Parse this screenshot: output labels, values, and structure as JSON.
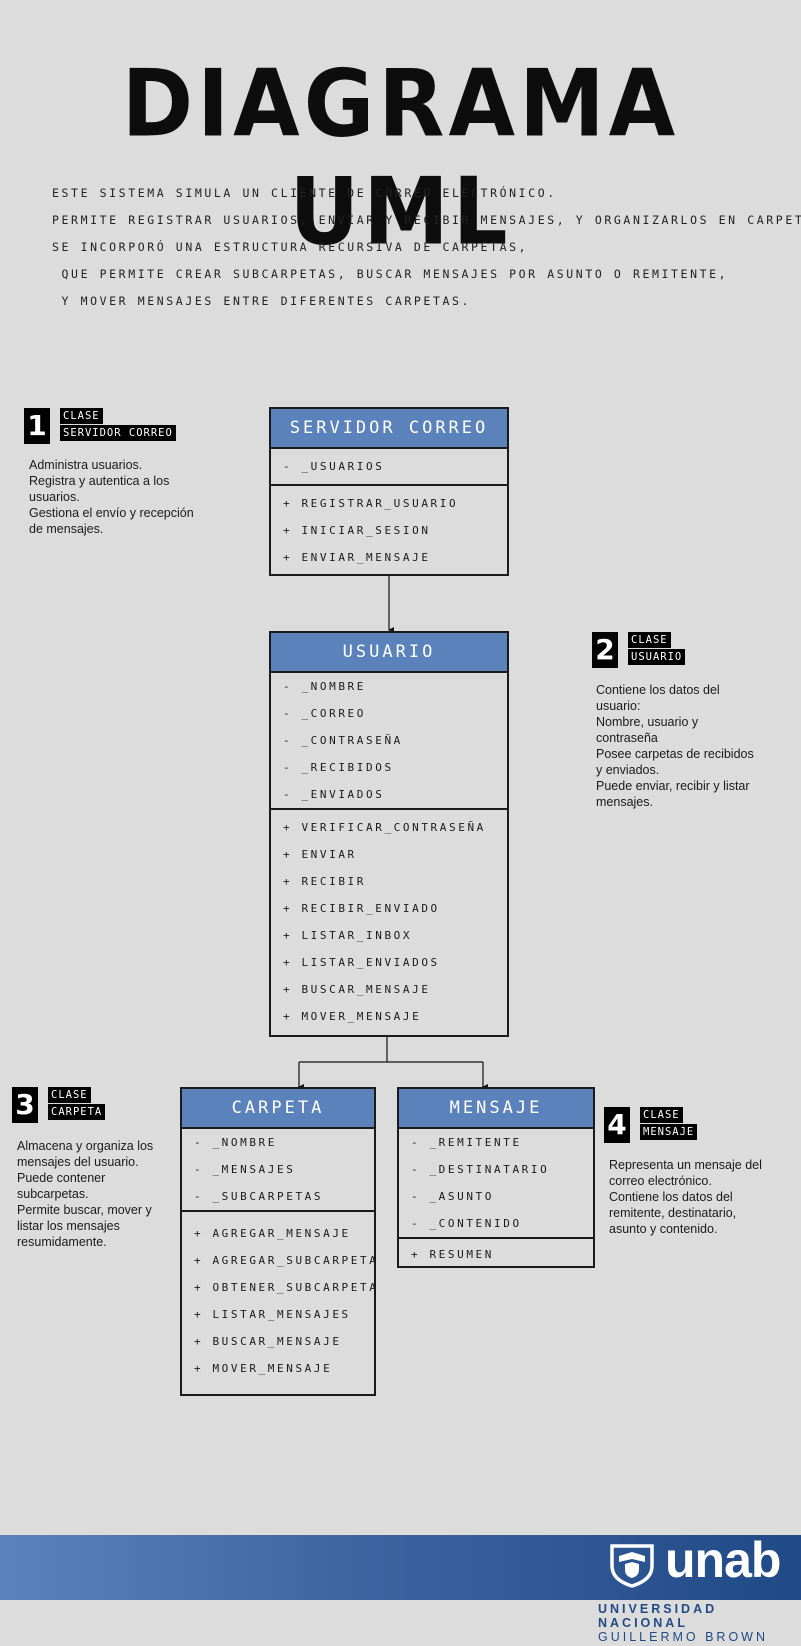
{
  "title": "DIAGRAMA UML",
  "intro": [
    "ESTE SISTEMA SIMULA UN CLIENTE DE CORREO ELECTRÓNICO.",
    "PERMITE REGISTRAR USUARIOS, ENVIAR Y RECIBIR MENSAJES, Y ORGANIZARLOS EN CARPETAS.",
    "SE INCORPORÓ UNA ESTRUCTURA RECURSIVA DE CARPETAS,",
    " QUE PERMITE CREAR SUBCARPETAS, BUSCAR MENSAJES POR ASUNTO O REMITENTE,",
    " Y MOVER MENSAJES ENTRE DIFERENTES CARPETAS."
  ],
  "classes": {
    "servidor": {
      "name": "SERVIDOR CORREO",
      "attributes": [
        "- _USUARIOS"
      ],
      "methods": [
        "+ REGISTRAR_USUARIO",
        "+ INICIAR_SESION",
        "+ ENVIAR_MENSAJE"
      ]
    },
    "usuario": {
      "name": "USUARIO",
      "attributes": [
        "- _NOMBRE",
        "- _CORREO",
        "- _CONTRASEÑA",
        "- _RECIBIDOS",
        "- _ENVIADOS"
      ],
      "methods": [
        "+ VERIFICAR_CONTRASEÑA",
        "+ ENVIAR",
        "+ RECIBIR",
        "+ RECIBIR_ENVIADO",
        "+ LISTAR_INBOX",
        "+ LISTAR_ENVIADOS",
        "+ BUSCAR_MENSAJE",
        "+ MOVER_MENSAJE"
      ]
    },
    "carpeta": {
      "name": "CARPETA",
      "attributes": [
        "- _NOMBRE",
        "- _MENSAJES",
        "- _SUBCARPETAS"
      ],
      "methods": [
        "+ AGREGAR_MENSAJE",
        "+ AGREGAR_SUBCARPETA",
        "+ OBTENER_SUBCARPETA",
        "+ LISTAR_MENSAJES",
        "+ BUSCAR_MENSAJE",
        "+ MOVER_MENSAJE"
      ]
    },
    "mensaje": {
      "name": "MENSAJE",
      "attributes": [
        "- _REMITENTE",
        "- _DESTINATARIO",
        "- _ASUNTO",
        "- _CONTENIDO"
      ],
      "methods": [
        "+ RESUMEN"
      ]
    }
  },
  "tags": {
    "t1": {
      "num": "1",
      "line1": "CLASE",
      "line2": "SERVIDOR CORREO"
    },
    "t2": {
      "num": "2",
      "line1": "CLASE",
      "line2": "USUARIO"
    },
    "t3": {
      "num": "3",
      "line1": "CLASE",
      "line2": "CARPETA"
    },
    "t4": {
      "num": "4",
      "line1": "CLASE",
      "line2": "MENSAJE"
    }
  },
  "descriptions": {
    "d1": [
      "Administra usuarios.",
      "Registra y autentica a los usuarios.",
      "Gestiona el envío y recepción de mensajes."
    ],
    "d2": [
      "Contiene los datos del usuario:",
      "Nombre, usuario y contraseña",
      "Posee carpetas de recibidos y enviados.",
      "Puede enviar, recibir y listar mensajes."
    ],
    "d3": [
      "Almacena y organiza los mensajes del usuario.",
      "Puede contener subcarpetas.",
      "Permite buscar, mover y listar los mensajes resumidamente."
    ],
    "d4": [
      "Representa un mensaje del correo electrónico.",
      "Contiene los datos del remitente, destinatario, asunto y contenido."
    ]
  },
  "footer": {
    "logo_text": "unab",
    "university_line1": "UNIVERSIDAD NACIONAL",
    "university_line2": "GUILLERMO BROWN"
  },
  "colors": {
    "header_blue": "#5b82bb",
    "background": "#dcdcdc",
    "footer_dark": "#1f4a86"
  }
}
